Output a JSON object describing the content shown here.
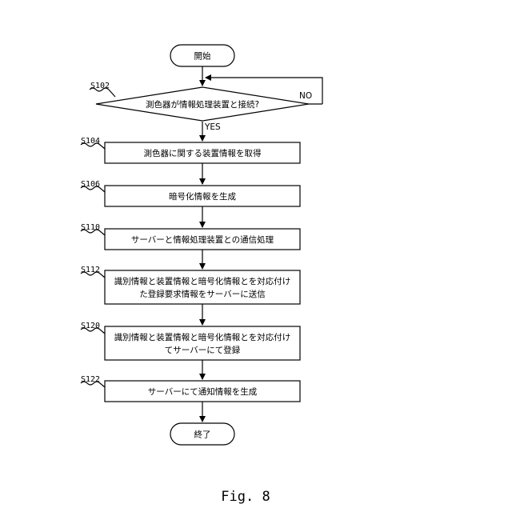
{
  "start": "開始",
  "end": "終了",
  "decision": {
    "step": "S102",
    "text": "測色器が情報処理装置と接続?",
    "yes": "YES",
    "no": "NO"
  },
  "steps": [
    {
      "step": "S104",
      "lines": [
        "測色器に関する装置情報を取得"
      ]
    },
    {
      "step": "S106",
      "lines": [
        "暗号化情報を生成"
      ]
    },
    {
      "step": "S110",
      "lines": [
        "サーバーと情報処理装置との通信処理"
      ]
    },
    {
      "step": "S112",
      "lines": [
        "識別情報と装置情報と暗号化情報とを対応付け",
        "た登録要求情報をサーバーに送信"
      ]
    },
    {
      "step": "S120",
      "lines": [
        "識別情報と装置情報と暗号化情報とを対応付け",
        "てサーバーにて登録"
      ]
    },
    {
      "step": "S122",
      "lines": [
        "サーバーにて通知情報を生成"
      ]
    }
  ],
  "figure_label": "Fig. 8"
}
